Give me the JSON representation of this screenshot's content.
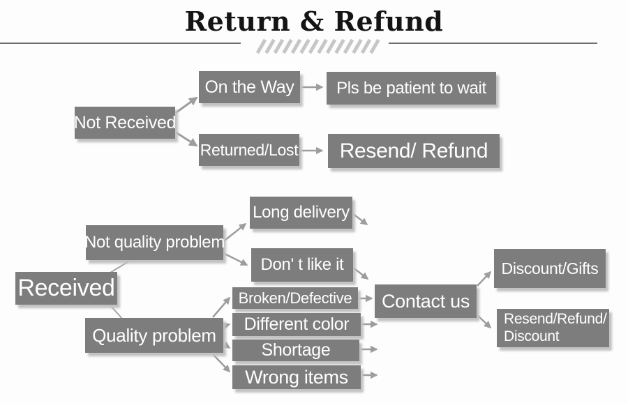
{
  "title": "Return & Refund",
  "colors": {
    "background": "#fdfdfd",
    "box_fill": "#7d7d7d",
    "box_text": "#ffffff",
    "arrow": "#9d9d9d",
    "connector": "#a6a6a6",
    "title_text": "#141414",
    "rule_line": "#6f6f6f",
    "hatch_marks": "#c6c6c6",
    "box_shadow": "#c2c2c2"
  },
  "nodes": {
    "not_received": {
      "label": "Not Received"
    },
    "on_the_way": {
      "label": "On the Way"
    },
    "pls_wait": {
      "label": "Pls be patient to wait"
    },
    "returned_lost": {
      "label": "Returned/Lost"
    },
    "resend_refund": {
      "label": "Resend/ Refund"
    },
    "received": {
      "label": "Received"
    },
    "not_quality_problem": {
      "label": "Not quality problem"
    },
    "quality_problem": {
      "label": "Quality problem"
    },
    "long_delivery": {
      "label": "Long delivery"
    },
    "dont_like_it": {
      "label": "Don' t like it"
    },
    "broken_defective": {
      "label": "Broken/Defective"
    },
    "different_color": {
      "label": "Different color"
    },
    "shortage": {
      "label": "Shortage"
    },
    "wrong_items": {
      "label": "Wrong items"
    },
    "contact_us": {
      "label": "Contact us"
    },
    "discount_gifts": {
      "label": "Discount/Gifts"
    },
    "resend_refund_discount": {
      "line1": "Resend/Refund/",
      "line2": "Discount"
    }
  }
}
